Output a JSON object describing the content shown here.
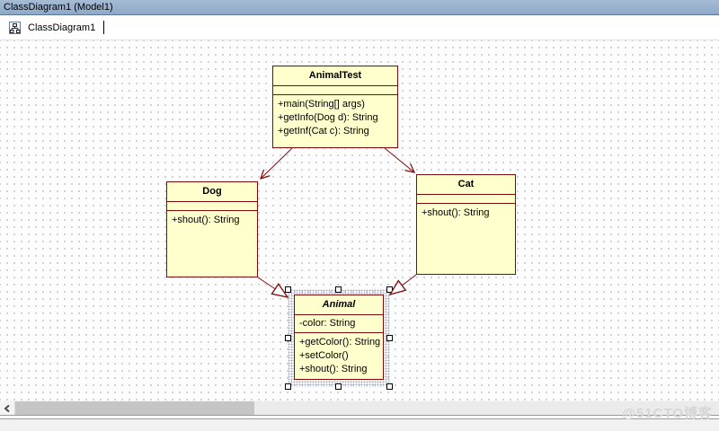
{
  "window": {
    "title": "ClassDiagram1 (Model1)"
  },
  "tab": {
    "label": "ClassDiagram1",
    "icon": "class-diagram-icon"
  },
  "diagram": {
    "classes": [
      {
        "name": "AnimalTest",
        "attributes": [],
        "operations": [
          "+main(String[] args)",
          "+getInfo(Dog d): String",
          "+getInf(Cat c): String"
        ]
      },
      {
        "name": "Dog",
        "attributes": [],
        "operations": [
          "+shout(): String"
        ]
      },
      {
        "name": "Cat",
        "attributes": [],
        "operations": [
          "+shout(): String"
        ]
      },
      {
        "name": "Animal",
        "italic": true,
        "selected": true,
        "attributes": [
          "-color: String"
        ],
        "operations": [
          "+getColor(): String",
          "+setColor()",
          "+shout(): String"
        ]
      }
    ],
    "connectors": [
      {
        "type": "directed-association",
        "from": "AnimalTest",
        "to": "Dog"
      },
      {
        "type": "directed-association",
        "from": "AnimalTest",
        "to": "Cat"
      },
      {
        "type": "generalization",
        "from": "Dog",
        "to": "Animal"
      },
      {
        "type": "generalization",
        "from": "Cat",
        "to": "Animal"
      }
    ]
  },
  "colors": {
    "class_fill": "#ffffce",
    "class_border": "#7e0b0b",
    "titlebar": "#96afcd",
    "selection_stipple": "#a9afc1"
  },
  "scrollbar": {
    "left_arrow_icon": "chevron-left-icon"
  },
  "watermark": {
    "text": "@51CTO博客"
  }
}
